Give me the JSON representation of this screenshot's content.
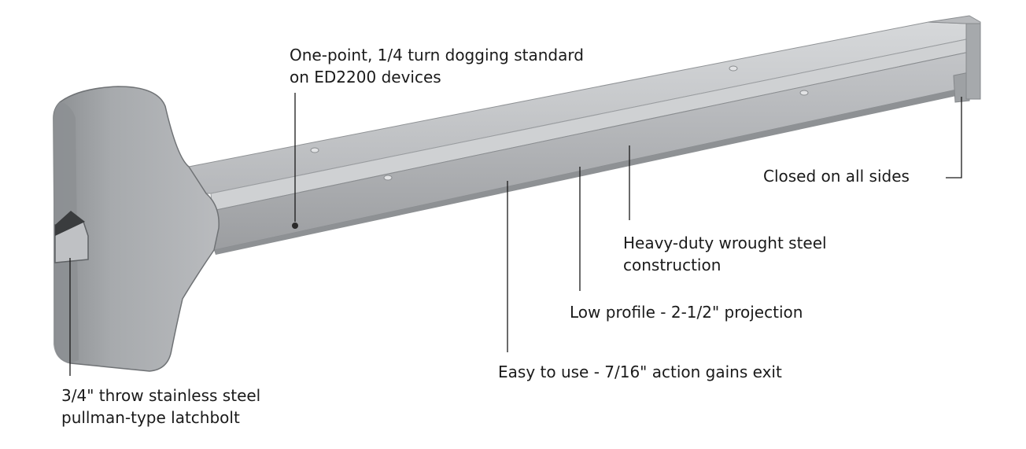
{
  "callouts": {
    "dogging": {
      "lines": [
        "One-point, 1/4 turn dogging standard",
        "on ED2200 devices"
      ]
    },
    "closed": {
      "lines": [
        "Closed on all sides"
      ]
    },
    "construction": {
      "lines": [
        "Heavy-duty wrought steel",
        "construction"
      ]
    },
    "profile": {
      "lines": [
        "Low profile - 2-1/2\" projection"
      ]
    },
    "easy": {
      "lines": [
        "Easy to use - 7/16\" action gains exit"
      ]
    },
    "latchbolt": {
      "lines": [
        "3/4\" throw stainless steel",
        "pullman-type latchbolt"
      ]
    }
  },
  "colors": {
    "background": "#ffffff",
    "metal_light": "#c9cbcd",
    "metal_mid": "#a9abae",
    "metal_dark": "#7f8285",
    "leader_line": "#1a1a1a"
  }
}
